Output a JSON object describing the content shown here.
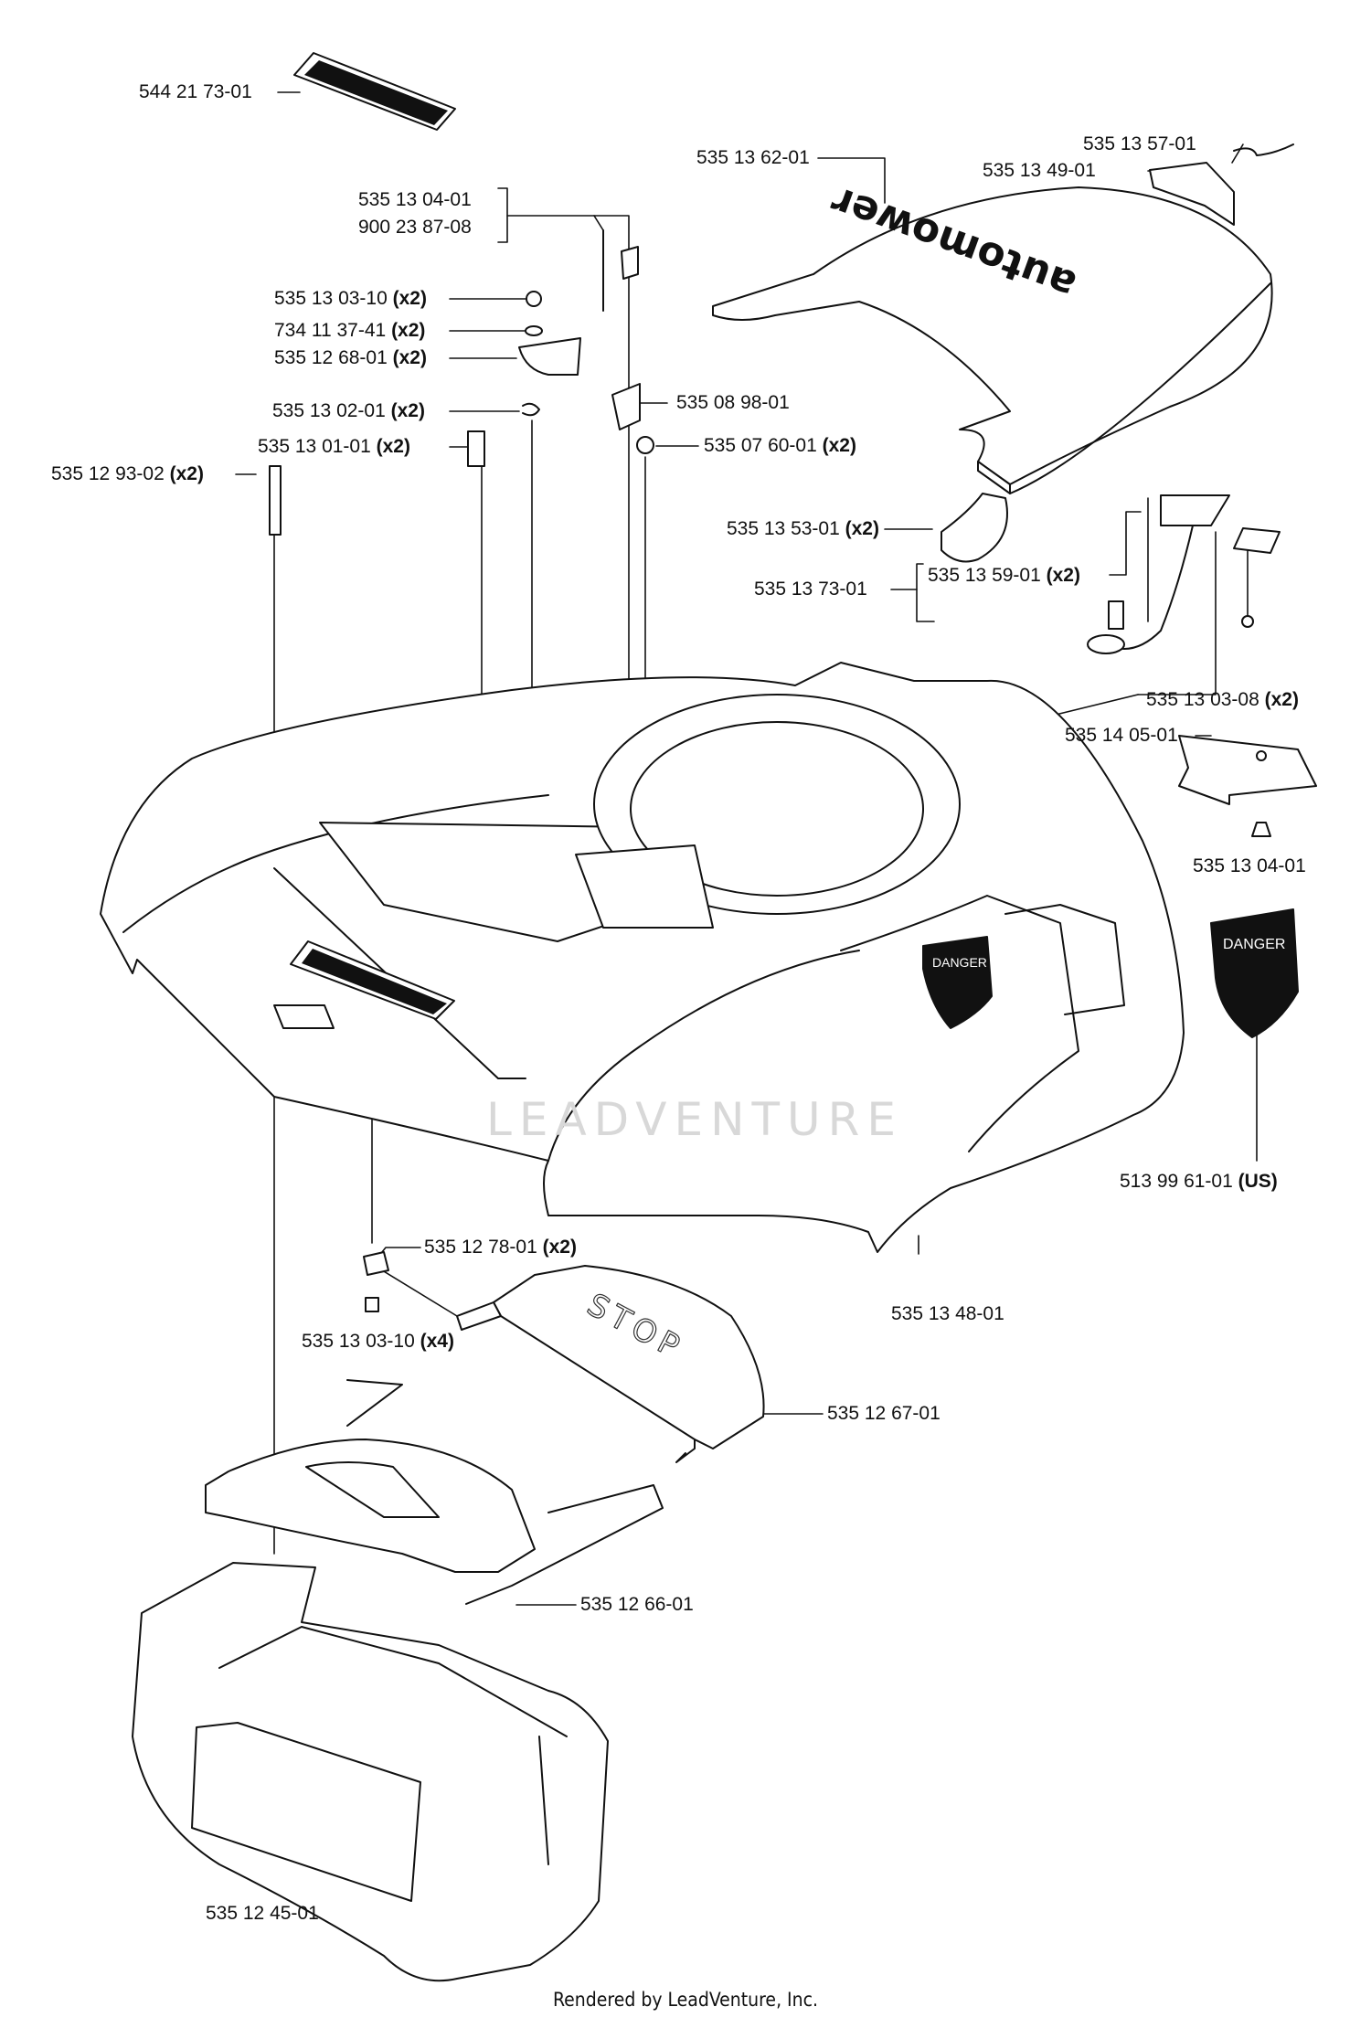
{
  "watermark": "LEADVENTURE",
  "footer": "Rendered by LeadVenture, Inc.",
  "labels": {
    "p1": {
      "part": "544 21 73-01",
      "qty": ""
    },
    "p2": {
      "part": "535 13 62-01",
      "qty": ""
    },
    "p3": {
      "part": "535 13 57-01",
      "qty": ""
    },
    "p4": {
      "part": "535 13 49-01",
      "qty": ""
    },
    "p5": {
      "part": "535 13 04-01",
      "qty": ""
    },
    "p6": {
      "part": "900 23 87-08",
      "qty": ""
    },
    "p7": {
      "part": "535 13 03-10",
      "qty": "(x2)"
    },
    "p8": {
      "part": "734 11 37-41",
      "qty": "(x2)"
    },
    "p9": {
      "part": "535 12 68-01",
      "qty": "(x2)"
    },
    "p10": {
      "part": "535 13 02-01",
      "qty": "(x2)"
    },
    "p11": {
      "part": "535 08 98-01",
      "qty": ""
    },
    "p12": {
      "part": "535 13 01-01",
      "qty": "(x2)"
    },
    "p13": {
      "part": "535 07 60-01",
      "qty": "(x2)"
    },
    "p14": {
      "part": "535 12 93-02",
      "qty": "(x2)"
    },
    "p15": {
      "part": "535 13 53-01",
      "qty": "(x2)"
    },
    "p16": {
      "part": "535 13 59-01",
      "qty": "(x2)"
    },
    "p17": {
      "part": "535 13 73-01",
      "qty": ""
    },
    "p18": {
      "part": "535 13 03-08",
      "qty": "(x2)"
    },
    "p19": {
      "part": "535 14 05-01",
      "qty": ""
    },
    "p20": {
      "part": "535 13 04-01",
      "qty": ""
    },
    "p21": {
      "part": "513 99 61-01",
      "qty": "(US)"
    },
    "p22": {
      "part": "535 12 78-01",
      "qty": "(x2)"
    },
    "p23": {
      "part": "535 13 48-01",
      "qty": ""
    },
    "p24": {
      "part": "535 13 03-10",
      "qty": "(x4)"
    },
    "p25": {
      "part": "535 12 67-01",
      "qty": ""
    },
    "p26": {
      "part": "535 12 66-01",
      "qty": ""
    },
    "p27": {
      "part": "535 12 45-01",
      "qty": ""
    }
  },
  "decals": {
    "logo_text": "automower",
    "danger_text": "DANGER",
    "stop_text": "STOP"
  }
}
